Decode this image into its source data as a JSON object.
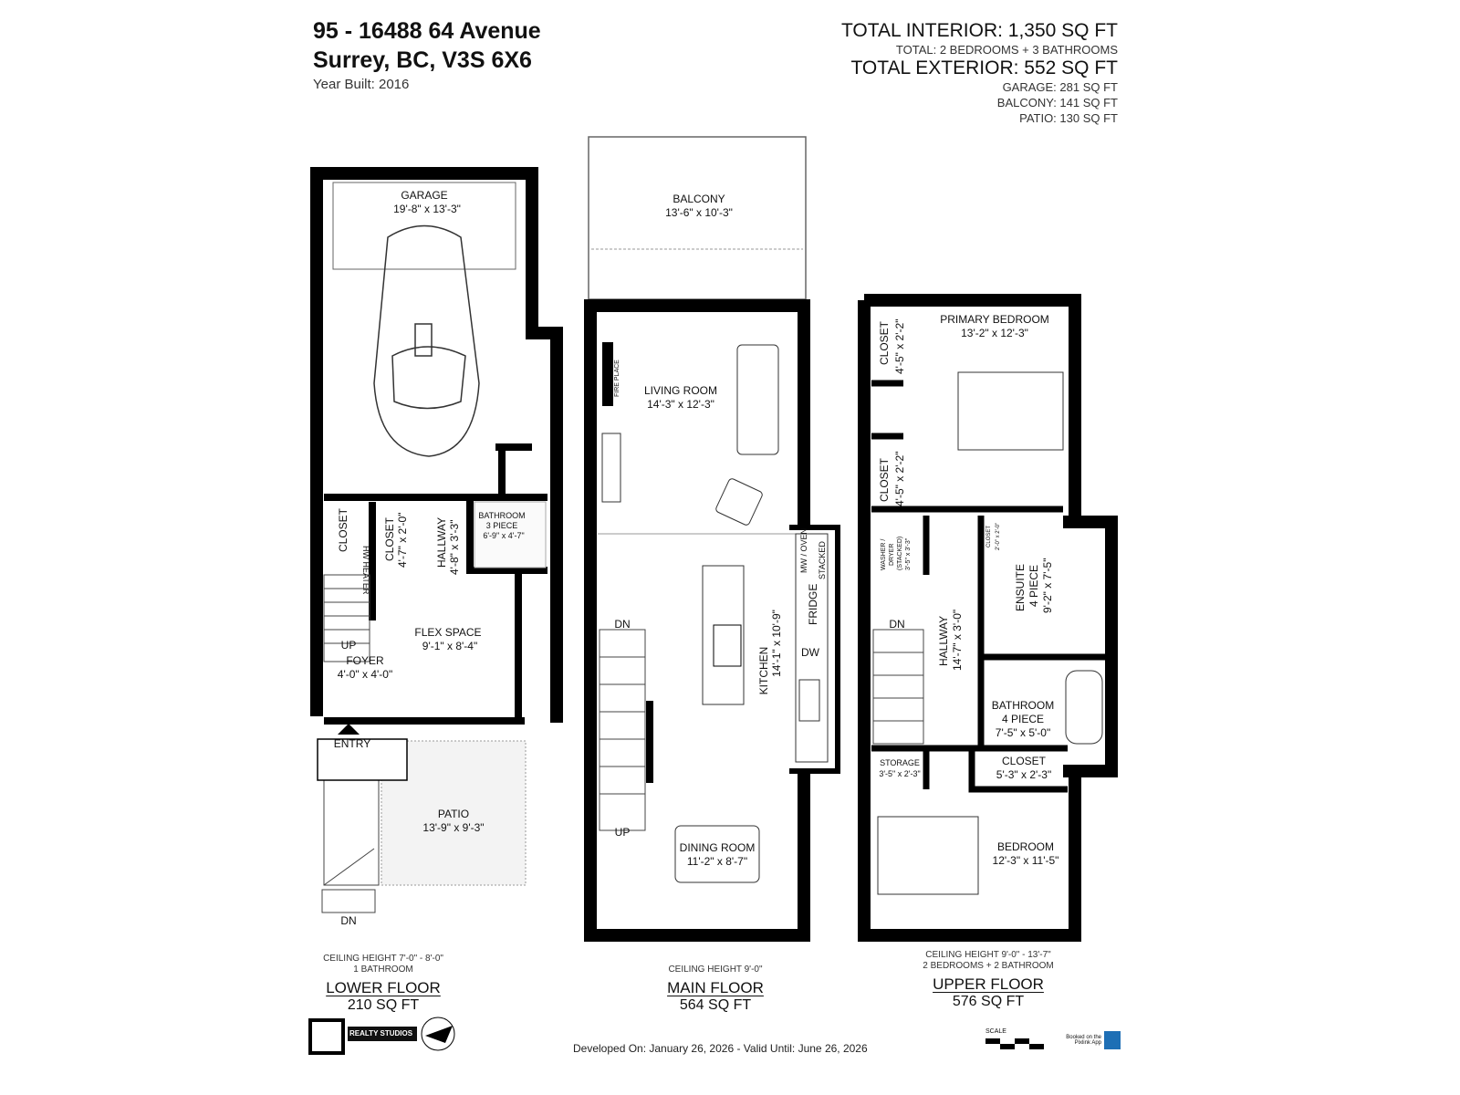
{
  "header": {
    "address_line1": "95 - 16488 64 Avenue",
    "address_line2": "Surrey, BC, V3S 6X6",
    "year_built": "Year Built: 2016",
    "total_interior": "TOTAL INTERIOR: 1,350 SQ FT",
    "total_rooms": "TOTAL: 2 BEDROOMS + 3 BATHROOMS",
    "total_exterior": "TOTAL EXTERIOR: 552 SQ FT",
    "garage_area": "GARAGE: 281 SQ FT",
    "balcony_area": "BALCONY: 141 SQ FT",
    "patio_area": "PATIO: 130 SQ FT"
  },
  "lower_floor": {
    "rooms": {
      "garage": [
        "GARAGE",
        "19'-8\" x 13'-3\""
      ],
      "closet1": "CLOSET",
      "hw_heater": "HW HEATER",
      "closet2": [
        "CLOSET",
        "4'-7\" x 2'-0\""
      ],
      "hallway": [
        "HALLWAY",
        "4'-8\" x 3'-3\""
      ],
      "bathroom": [
        "BATHROOM",
        "3 PIECE",
        "6'-9\" x 4'-7\""
      ],
      "flex": [
        "FLEX SPACE",
        "9'-1\" x 8'-4\""
      ],
      "foyer": [
        "FOYER",
        "4'-0\" x 4'-0\""
      ],
      "up": "UP",
      "entry": "ENTRY",
      "patio": [
        "PATIO",
        "13'-9\" x 9'-3\""
      ],
      "dn": "DN"
    },
    "ceiling": "CEILING HEIGHT 7'-0\" - 8'-0\"",
    "summary": "1 BATHROOM",
    "name": "LOWER FLOOR",
    "area": "210 SQ FT"
  },
  "main_floor": {
    "rooms": {
      "balcony": [
        "BALCONY",
        "13'-6\" x 10'-3\""
      ],
      "living": [
        "LIVING ROOM",
        "14'-3\" x 12'-3\""
      ],
      "fireplace": "FIRE PLACE",
      "kitchen": [
        "KITCHEN",
        "14'-1\" x 10'-9\""
      ],
      "mw_oven": [
        "MW / OVEN",
        "STACKED"
      ],
      "fridge": "FRIDGE",
      "dw": "DW",
      "dn": "DN",
      "up": "UP",
      "dining": [
        "DINING ROOM",
        "11'-2\" x 8'-7\""
      ]
    },
    "ceiling": "CEILING HEIGHT 9'-0\"",
    "name": "MAIN FLOOR",
    "area": "564 SQ FT"
  },
  "upper_floor": {
    "rooms": {
      "primary": [
        "PRIMARY BEDROOM",
        "13'-2\" x 12'-3\""
      ],
      "closet_a": [
        "CLOSET",
        "4'-5\" x 2'-2\""
      ],
      "closet_b": [
        "CLOSET",
        "4'-5\" x 2'-2\""
      ],
      "washer": [
        "WASHER /",
        "DRYER",
        "(STACKED)",
        "3'-5\" x 3'-3\""
      ],
      "closet_small": [
        "CLOSET",
        "2'-0\" x 2'-0\""
      ],
      "ensuite": [
        "ENSUITE",
        "4 PIECE",
        "9'-2\" x 7'-5\""
      ],
      "hallway": [
        "HALLWAY",
        "14'-7\" x 3'-0\""
      ],
      "dn": "DN",
      "bathroom": [
        "BATHROOM",
        "4 PIECE",
        "7'-5\" x 5'-0\""
      ],
      "storage": [
        "STORAGE",
        "3'-5\" x 2'-3\""
      ],
      "closet_c": [
        "CLOSET",
        "5'-3\" x 2'-3\""
      ],
      "bedroom": [
        "BEDROOM",
        "12'-3\" x 11'-5\""
      ]
    },
    "ceiling": "CEILING HEIGHT 9'-0\" - 13'-7\"",
    "summary": "2 BEDROOMS + 2 BATHROOM",
    "name": "UPPER FLOOR",
    "area": "576 SQ FT"
  },
  "footer": {
    "developed": "Developed On: January 26, 2026 - Valid Until: June 26, 2026",
    "brand_logo": "REALTY STUDIOS",
    "scale_label": "SCALE",
    "pixlink": "Booked on the Pixlink App"
  }
}
